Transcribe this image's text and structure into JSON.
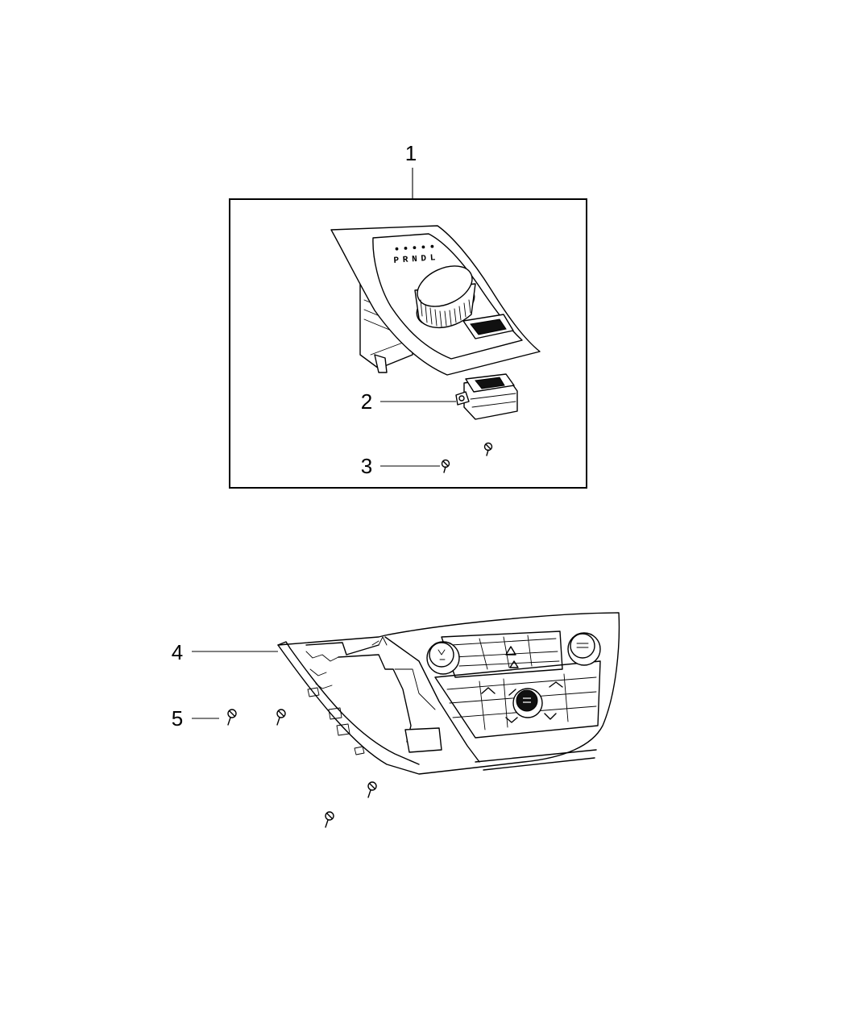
{
  "callouts": [
    {
      "id": "1",
      "label": "1"
    },
    {
      "id": "2",
      "label": "2"
    },
    {
      "id": "3",
      "label": "3"
    },
    {
      "id": "4",
      "label": "4"
    },
    {
      "id": "5",
      "label": "5"
    }
  ],
  "shifter": {
    "gear_indicator": "PRNDL"
  }
}
